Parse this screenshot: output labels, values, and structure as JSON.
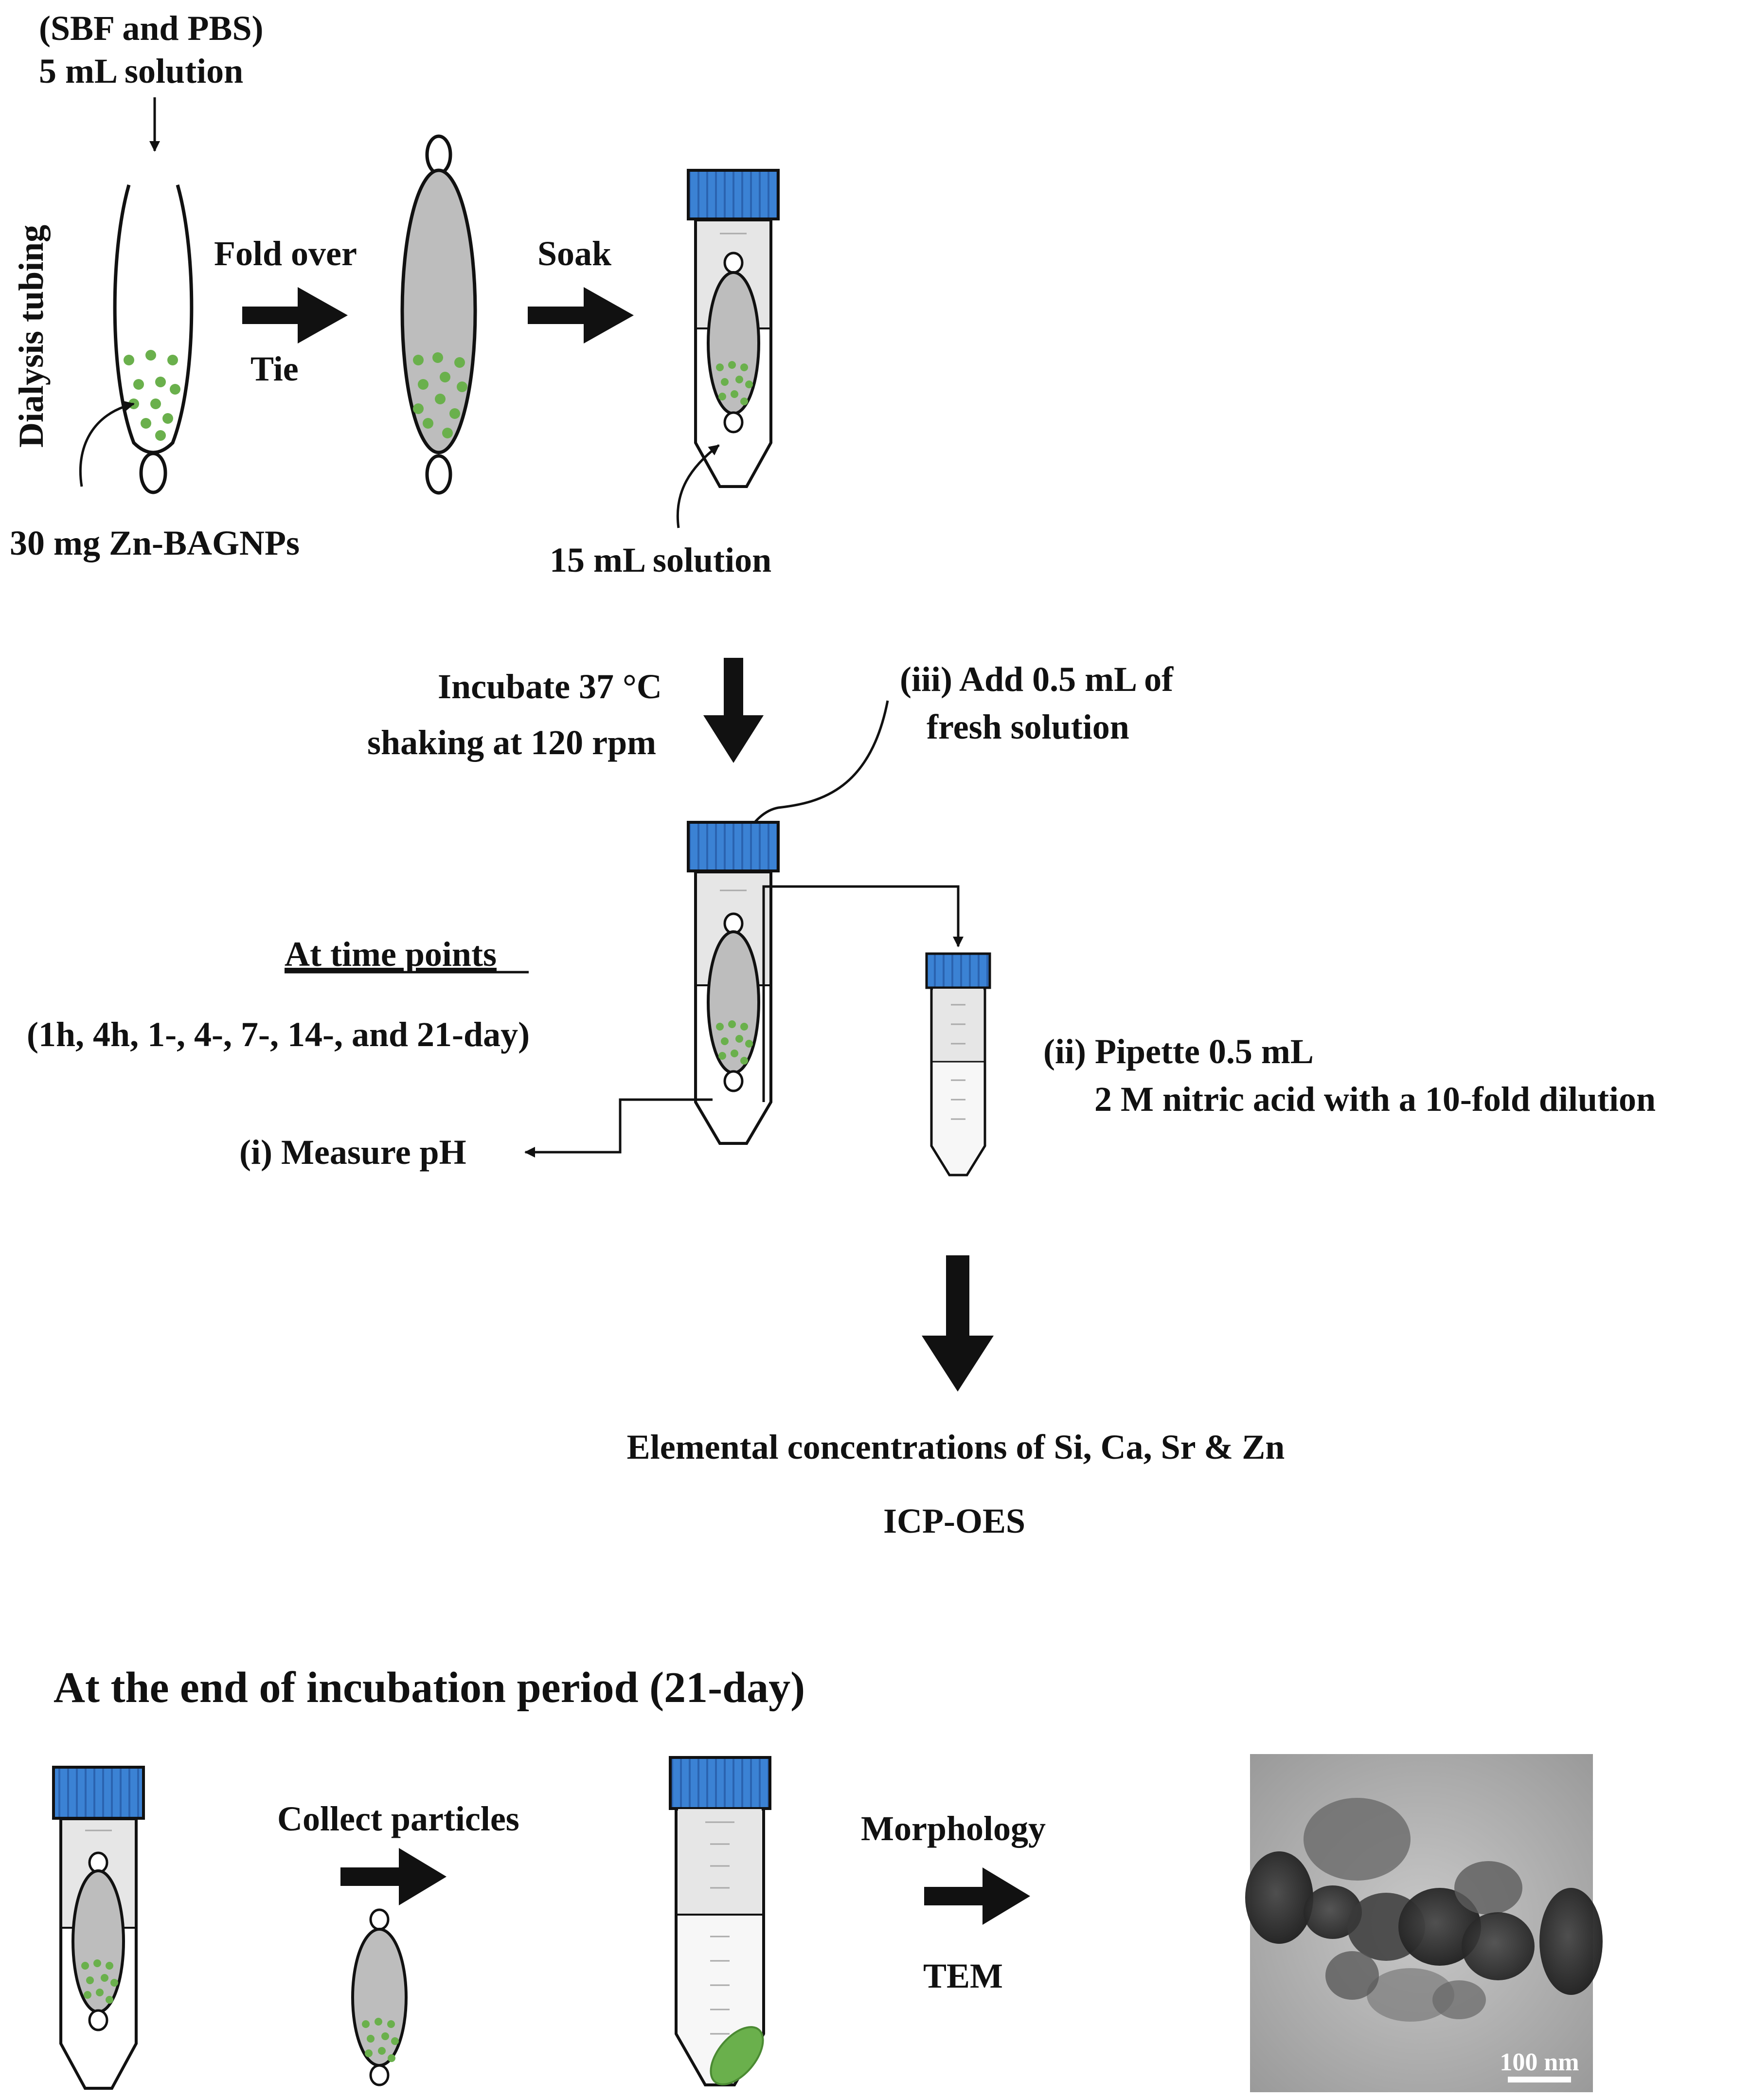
{
  "colors": {
    "cap_blue": "#3b82d4",
    "cap_stripe": "#2a63b0",
    "bag_grey": "#bdbdbd",
    "tube_grey": "#e6e6e6",
    "particle_green": "#6ab04c",
    "ink": "#111111"
  },
  "labels": {
    "sbf_pbs": "(SBF and PBS)",
    "five_ml": "5 mL solution",
    "dialysis_tubing": "Dialysis tubing",
    "fold_over": "Fold over",
    "tie": "Tie",
    "soak": "Soak",
    "zn_bagnps": "30 mg Zn-BAGNPs",
    "fifteen_ml": "15 mL solution",
    "incubate": "Incubate 37 °C",
    "shaking": "shaking at 120 rpm",
    "add_fresh_1": "(iii) Add 0.5 mL of",
    "add_fresh_2": "fresh solution",
    "time_points": "At time points",
    "time_list": "(1h, 4h, 1-, 4-, 7-, 14-, and 21-day)",
    "measure_ph": "(i) Measure pH",
    "pipette_1": "(ii) Pipette 0.5 mL",
    "pipette_2": "2 M nitric acid with a 10-fold dilution",
    "elemental": "Elemental concentrations of Si, Ca, Sr & Zn",
    "icp_oes": "ICP-OES",
    "end_incubation": "At the end of incubation period (21-day)",
    "collect": "Collect particles",
    "morphology": "Morphology",
    "tem": "TEM",
    "scale_bar": "100 nm"
  }
}
